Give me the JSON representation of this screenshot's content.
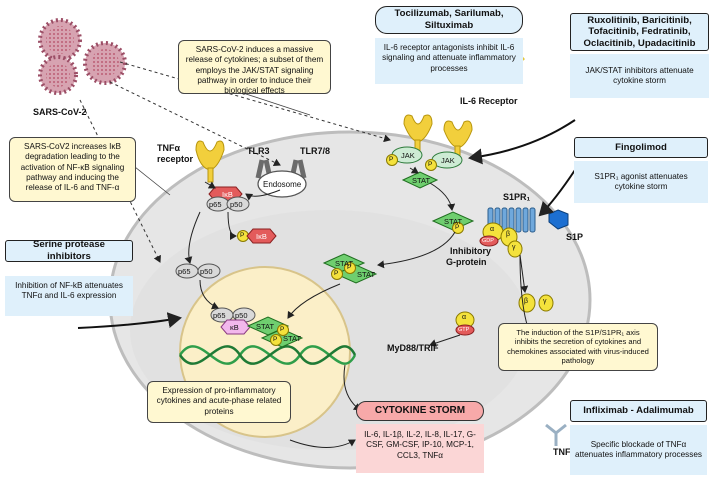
{
  "labels": {
    "sars_cov2": "SARS-CoV-2",
    "tnfa_receptor_1": "TNFα",
    "tnfa_receptor_2": "receptor",
    "tlr3": "TLR3",
    "tlr78": "TLR7/8",
    "endosome": "Endosome",
    "il6_receptor": "IL-6 Receptor",
    "jak": "JAK",
    "p": "P",
    "stat": "STAT",
    "ikb": "IκB",
    "p65": "p65",
    "p50": "p50",
    "kb": "κB",
    "inhibitory_g_protein_1": "Inhibitory",
    "inhibitory_g_protein_2": "G-protein",
    "s1pr1": "S1PR₁",
    "s1p": "S1P",
    "gdp": "GDP",
    "gtp": "GTP",
    "alpha": "α",
    "beta": "β",
    "gamma": "γ",
    "myd88": "MyD88/TRIF",
    "tnfa_free": "TNFα"
  },
  "boxes": {
    "cytokine_release": "SARS-CoV-2 induces a massive release of cytokines; a subset of them employs the JAK/STAT signaling pathway in order to induce their biological effects",
    "ikb_degradation": "SARS-CoV2 increases IκB degradation leading to the activation of NF-κB signaling pathway and inducing the release of IL-6 and TNF-α",
    "serine_title": "Serine protease inhibitors",
    "serine_text": "Inhibition of NF-kB attenuates TNFα and IL-6 expression",
    "tocilizumab_title": "Tocilizumab, Sarilumab, Siltuximab",
    "tocilizumab_text": "IL-6 receptor antagonists inhibit IL-6 signaling and attenuate inflammatory processes",
    "jak_inhibitors_title": "Ruxolitinib, Baricitinib, Tofacitinib, Fedratinib, Oclacitinib, Upadacitinib",
    "jak_inhibitors_text": "JAK/STAT inhibitors attenuate cytokine storm",
    "fingolimod_title": "Fingolimod",
    "fingolimod_text": "S1PR₁ agonist attenuates cytokine storm",
    "s1p_axis": "The induction of the S1P/S1PR₁ axis inhibits the secretion of cytokines and chemokines associated with virus-induced pathology",
    "expression": "Expression of pro-inflammatory cytokines and acute-phase related proteins",
    "storm_title": "CYTOKINE STORM",
    "storm_list": "IL-6, IL-1β, IL-2, IL-8, IL-17, G-CSF, GM-CSF, IP-10, MCP-1, CCL3, TNFα",
    "infliximab_title": "Infliximab - Adalimumab",
    "infliximab_text": "Specific blockade of TNFα attenuates inflammatory processes"
  },
  "colors": {
    "cell": "#e6e6e6",
    "nucleus": "#fbefc8",
    "jak": "#cdebd4",
    "stat": "#6fce6f",
    "phospho": "#f4e23c",
    "ikb": "#e35b5b",
    "kb": "#f2b7ec",
    "receptor_yellow": "#f2cf3c",
    "s1pr": "#6fa8dc",
    "s1p": "#1c6fd1",
    "virus": "#d7a3b1",
    "storm_title": "#f7a9a9",
    "storm_bg": "#fbd6d6",
    "blue_box": "#dff0fb",
    "yellow_box": "#fff8d1"
  }
}
